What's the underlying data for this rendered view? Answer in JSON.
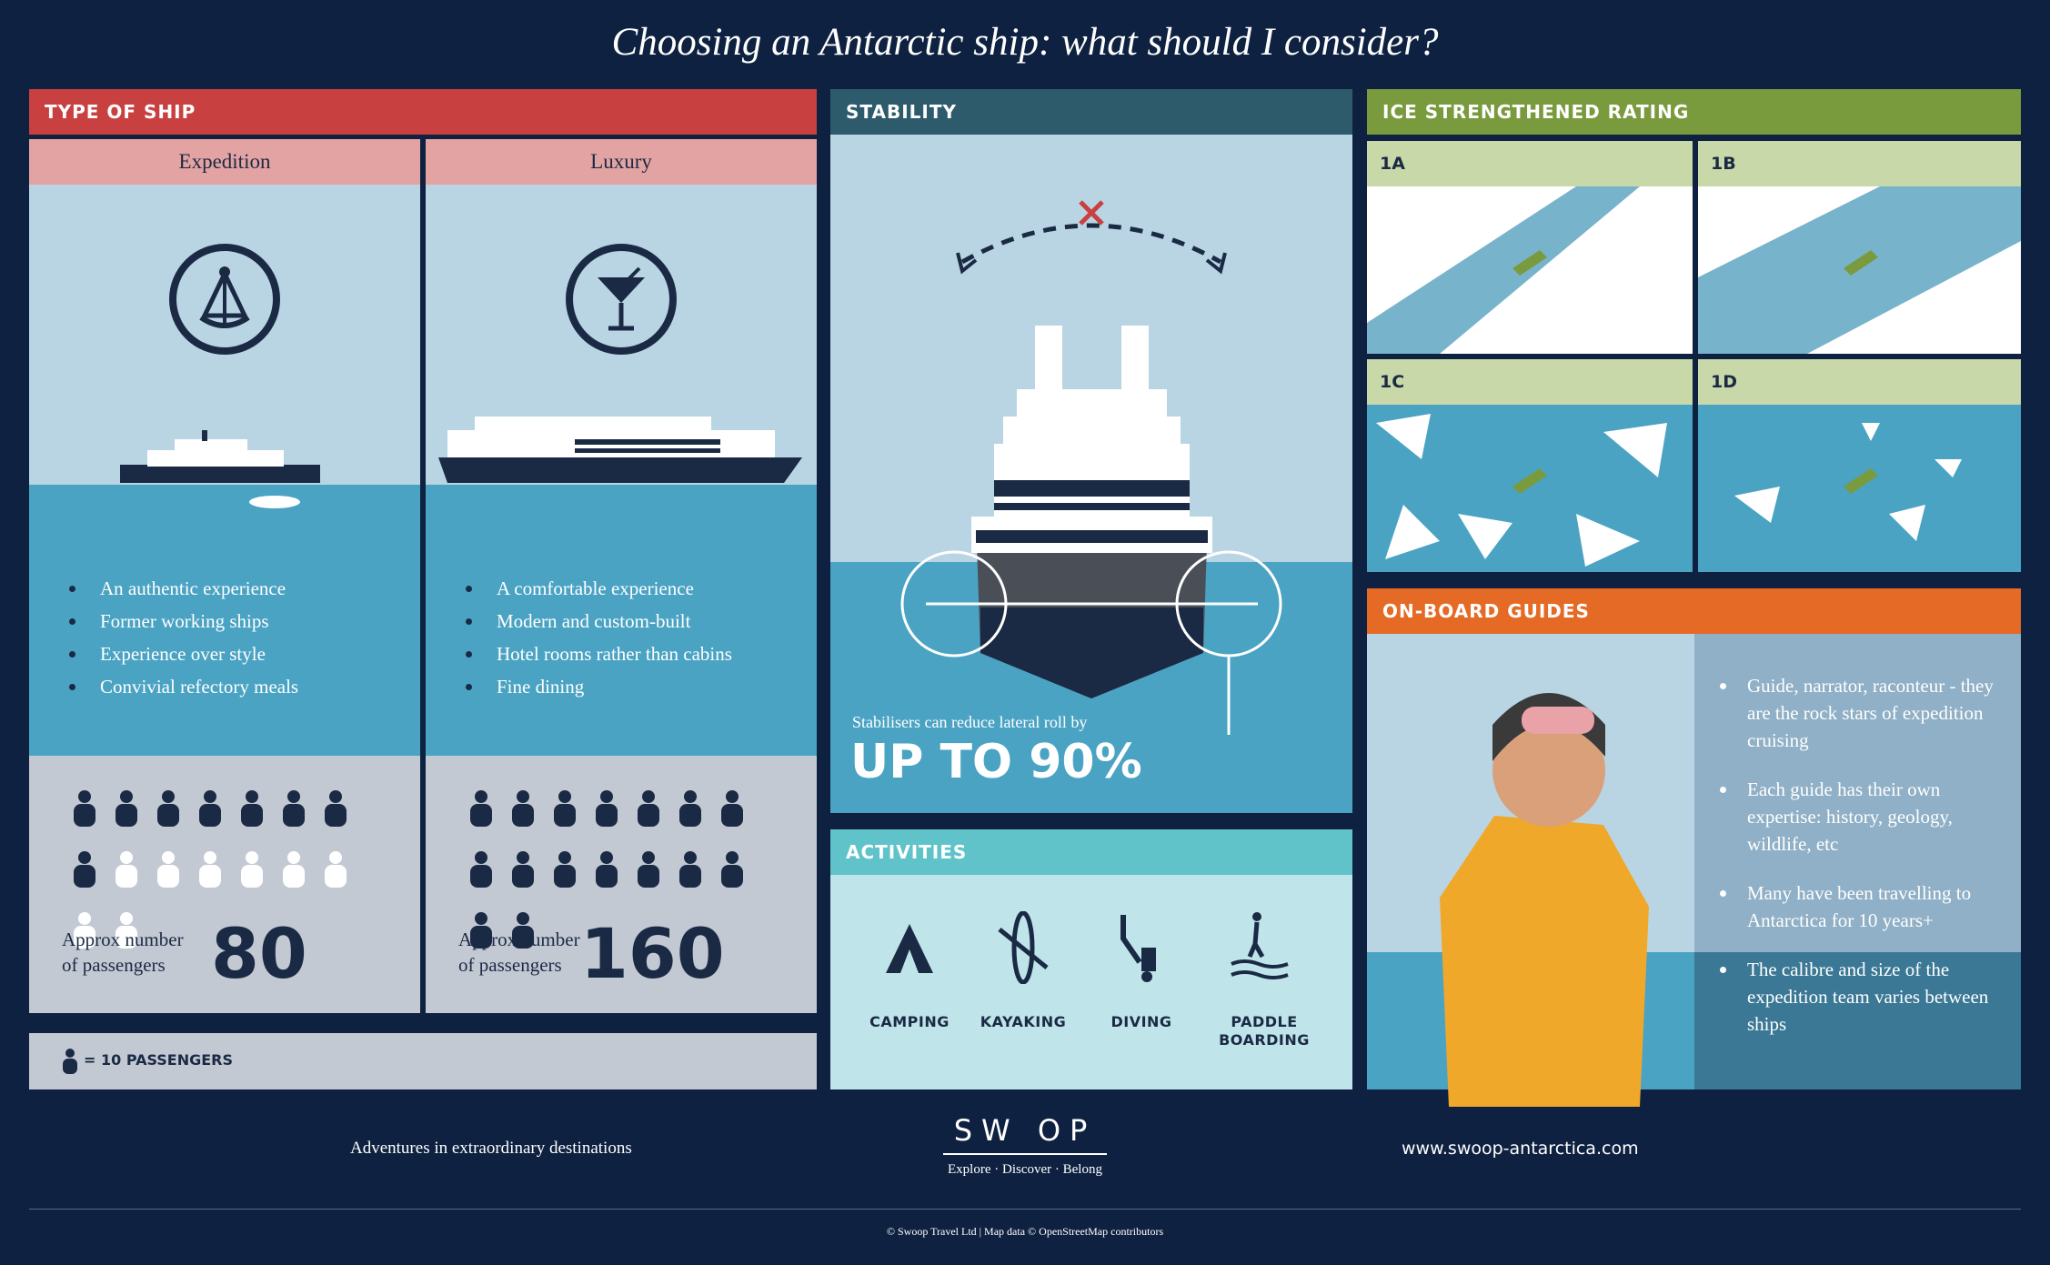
{
  "title": "Choosing an Antarctic ship: what should I consider?",
  "type_of_ship": {
    "header": "TYPE OF SHIP",
    "expedition": {
      "label": "Expedition",
      "bullets": [
        "An authentic experience",
        "Former working ships",
        "Experience over style",
        "Convivial refectory meals"
      ],
      "pax_label_1": "Approx number",
      "pax_label_2": "of passengers",
      "pax": "80",
      "icons_dark": 8,
      "icons_light": 8
    },
    "luxury": {
      "label": "Luxury",
      "bullets": [
        "A comfortable experience",
        "Modern and custom-built",
        "Hotel rooms rather than cabins",
        "Fine dining"
      ],
      "pax_label_1": "Approx number",
      "pax_label_2": "of passengers",
      "pax": "160",
      "icons_dark": 16,
      "icons_light": 0
    },
    "legend": "= 10 PASSENGERS"
  },
  "stability": {
    "header": "STABILITY",
    "caption": "Stabilisers can reduce lateral roll by",
    "big": "UP TO 90%"
  },
  "activities": {
    "header": "ACTIVITIES",
    "items": [
      "CAMPING",
      "KAYAKING",
      "DIVING",
      "PADDLE",
      "BOARDING"
    ]
  },
  "ice": {
    "header": "ICE STRENGTHENED RATING",
    "ratings": [
      "1A",
      "1B",
      "1C",
      "1D"
    ]
  },
  "guides": {
    "header": "ON-BOARD GUIDES",
    "bullets": [
      "Guide, narrator, raconteur - they are the rock stars of expedition cruising",
      "Each guide has their own expertise: history, geology, wildlife, etc",
      "Many have been travelling to Antarctica for 10 years+",
      "The calibre and size of the expedition team varies between ships"
    ]
  },
  "footer": {
    "tagline": "Adventures in extraordinary destinations",
    "logo": "SW  OP",
    "logo_sub": "Explore · Discover · Belong",
    "url": "www.swoop-antarctica.com",
    "copyright": "© Swoop Travel Ltd  |  Map data © OpenStreetMap contributors"
  },
  "colors": {
    "navy": "#0e2140",
    "red": "#c94040",
    "pink": "#e3a3a3",
    "teal_dark": "#2d5b6b",
    "teal": "#5fc3c9",
    "green": "#7a9a3e",
    "orange": "#e56a25"
  }
}
